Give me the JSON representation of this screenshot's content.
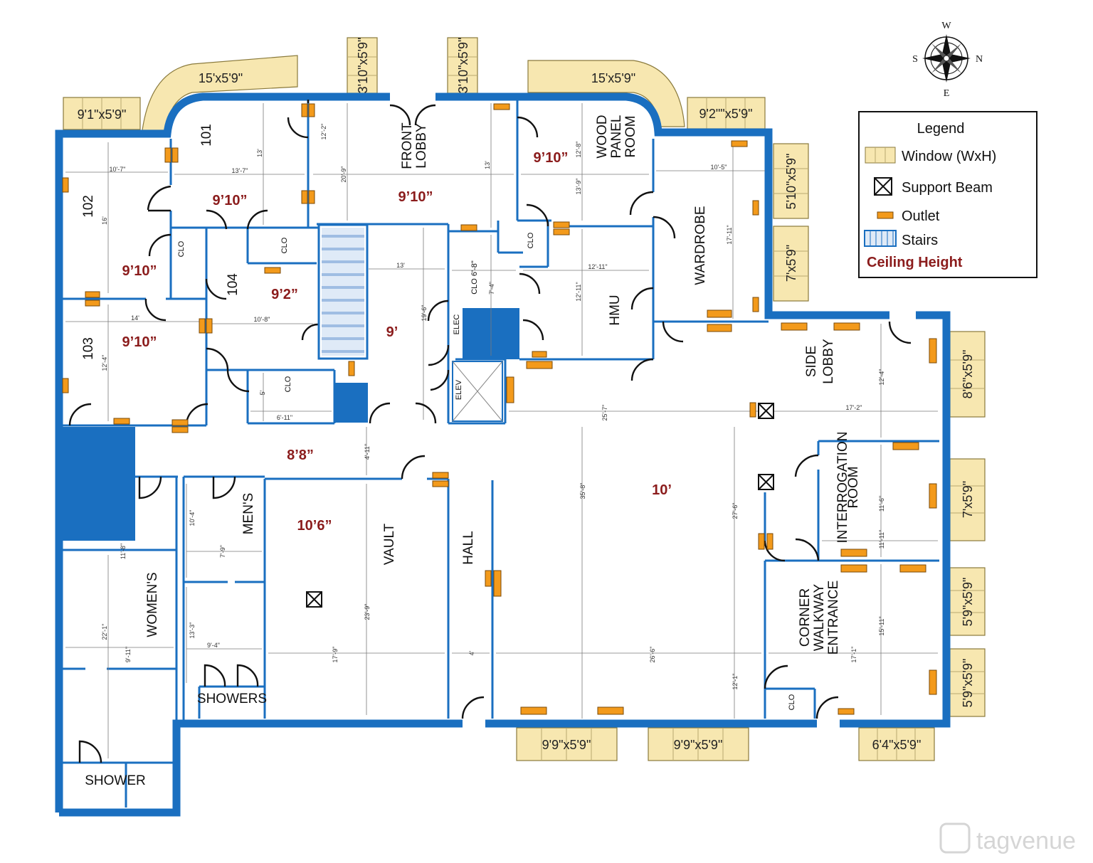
{
  "rooms": {
    "r101": "101",
    "r102": "102",
    "r103": "103",
    "r104": "104",
    "front_lobby_1": "FRONT",
    "front_lobby_2": "LOBBY",
    "wood_1": "WOOD",
    "wood_2": "PANEL",
    "wood_3": "ROOM",
    "wardrobe": "WARDROBE",
    "hmu": "HMU",
    "side_lobby_1": "SIDE",
    "side_lobby_2": "LOBBY",
    "interrogation_1": "INTERROGATION",
    "interrogation_2": "ROOM",
    "corner_1": "CORNER",
    "corner_2": "WALKWAY",
    "corner_3": "ENTRANCE",
    "vault": "VAULT",
    "hall": "HALL",
    "mens": "MEN'S",
    "womens": "WOMEN'S",
    "showers": "SHOWERS",
    "shower": "SHOWER",
    "clo": "CLO",
    "clo_dim": "CLO 6'-8\"",
    "elec": "ELEC",
    "elev": "ELEV"
  },
  "ceilings": {
    "c101": "9’10”",
    "c102": "9’10”",
    "c103": "9’10”",
    "c104": "9’2”",
    "front_lobby": "9’10”",
    "wood_panel": "9’10”",
    "stairs_area": "9’",
    "corridor": "8’8”",
    "vault": "10’6”",
    "main": "10’"
  },
  "windows": {
    "w1": "9'1\"x5'9\"",
    "w2": "15'x5'9\"",
    "w3": "3'10\"x5'9\"",
    "w4": "3'10\"x5'9\"",
    "w5": "15'x5'9\"",
    "w6": "9'2\"\"x5'9\"",
    "w7": "5'10\"x5'9\"",
    "w8": "7'x5'9\"",
    "w9": "8'6\"x5'9\"",
    "w10": "7'x5'9\"",
    "w11": "5'9\"x5'9\"",
    "w12": "5'9\"x5'9\"",
    "w13": "9'9\"x5'9\"",
    "w14": "9'9\"x5'9\"",
    "w15": "6'4\"x5'9\""
  },
  "dimensions": {
    "d1": "10'-7\"",
    "d2": "16'",
    "d3": "14'",
    "d4": "12'-4\"",
    "d5": "13'-7\"",
    "d6": "13'",
    "d7": "12'-2\"",
    "d8": "20'-9\"",
    "d9": "13'",
    "d10": "12'-8\"",
    "d11": "13'-9\"",
    "d12": "10'-5\"",
    "d13": "17'-11\"",
    "d14": "12'-11\"",
    "d15": "12'-11\"",
    "d16": "13'",
    "d17": "19'-6\"",
    "d18": "7'-4\"",
    "d19": "10'-8\"",
    "d20": "5'",
    "d21": "6'-11\"",
    "d22": "4'-11\"",
    "d23": "25'-7\"",
    "d24": "17'-2\"",
    "d25": "12'-4\"",
    "d26": "35'-8\"",
    "d27": "27'-6\"",
    "d28": "11'-6\"",
    "d29": "11'-11\"",
    "d30": "15'-11\"",
    "d31": "17'-1\"",
    "d32": "26'-6\"",
    "d33": "12'-1\"",
    "d34": "4'",
    "d35": "17'-9\"",
    "d36": "23'-9\"",
    "d37": "10'-4\"",
    "d38": "7'-9\"",
    "d39": "13'-3\"",
    "d40": "9'-4\"",
    "d41": "11'-8\"",
    "d42": "22'-1\"",
    "d43": "9'-11\""
  },
  "compass": {
    "w": "W",
    "s": "S",
    "n": "N",
    "e": "E"
  },
  "legend": {
    "title": "Legend",
    "window": "Window (WxH)",
    "beam": "Support Beam",
    "outlet": "Outlet",
    "stairs": "Stairs",
    "ceiling": "Ceiling Height"
  },
  "watermark": "tagvenue",
  "colors": {
    "wall": "#1a6fc0",
    "ceiling_text": "#8b1c1c",
    "outlet": "#f39a1b",
    "window": "#f7e7b0"
  }
}
